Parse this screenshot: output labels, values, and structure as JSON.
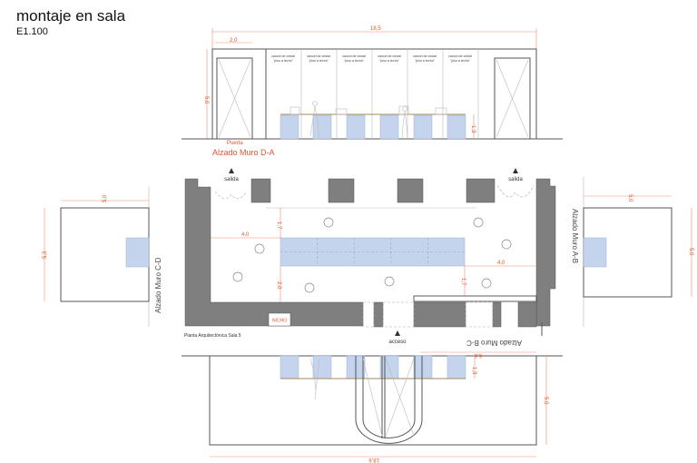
{
  "title": "montaje en sala",
  "scale": "E1.100",
  "elevation_da": {
    "label": "Alzado Muro D-A",
    "door_label": "Puerta",
    "width_dim": "18,5",
    "door_dim": "2,0",
    "height_dim": "5,0",
    "table_dim": "1,3",
    "panel_label_1": "cancel de cristal",
    "panel_label_2": "\"piso a techo\""
  },
  "plan": {
    "label": "Planta Arquitectónica Sala 5",
    "exit_label": "salida",
    "entry_label": "acceso",
    "niche_label": "NICHO",
    "dims": {
      "left_gap": "4,0",
      "top_gap": "1,7",
      "bottom_gap": "2,0",
      "right_gap": "4,0",
      "right_bottom_gap": "1,7"
    }
  },
  "elevation_cd": {
    "label": "Alzado Muro C-D",
    "width_dim": "5,0",
    "height_dim": "5,3"
  },
  "elevation_ab": {
    "label": "Alzado Muro A-B",
    "width_dim": "5,0",
    "height_dim": "5,0"
  },
  "elevation_bc": {
    "label": "Alzado Muro B-C",
    "width_dim": "18,6",
    "height_dim": "5,0",
    "offset_dim": "6,6",
    "table_dim": "1,3"
  },
  "colors": {
    "accent": "#e0552f",
    "wall": "#7f7f7f",
    "glass": "#c3d4ec"
  }
}
